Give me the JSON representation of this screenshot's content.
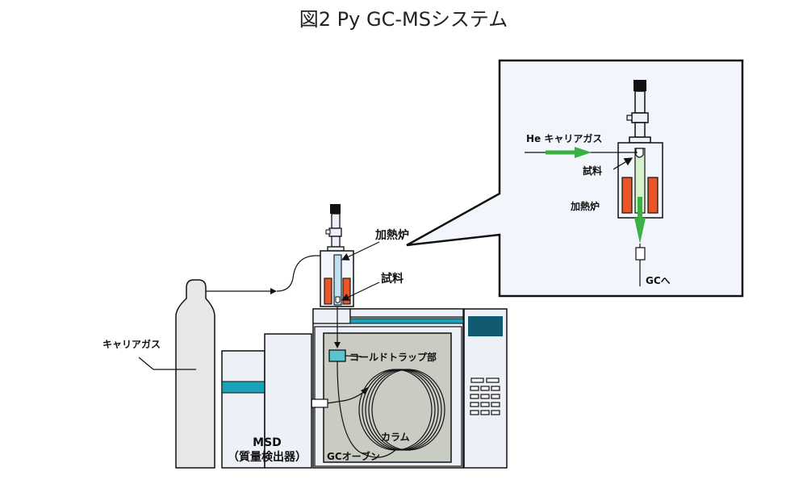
{
  "title": "図2 Py GC-MSシステム",
  "labels": {
    "heating_furnace": "加熱炉",
    "sample": "試料",
    "carrier_gas": "キャリアガス",
    "cold_trap": "コールドトラップ部",
    "column": "カラム",
    "gc_oven": "GCオーブン",
    "msd": "MSD",
    "msd_full": "（質量検出器）"
  },
  "inset": {
    "he_carrier_gas": "He キャリアガス",
    "sample": "試料",
    "heating_furnace": "加熱炉",
    "to_gc": "GCへ"
  },
  "colors": {
    "heater": "#e8562a",
    "flow_arrow": "#3cb043",
    "tube_blue": "#bfe0f0",
    "tube_green": "#d6efcc",
    "cold_trap": "#5bc3cc",
    "teal_strip": "#1aa3b8",
    "display": "#0f5a70",
    "oven_fill": "#c8ccc2",
    "panel_fill": "#eef0f8",
    "cylinder_fill": "#e6e7e8",
    "inset_fill": "#f2f5fb"
  }
}
